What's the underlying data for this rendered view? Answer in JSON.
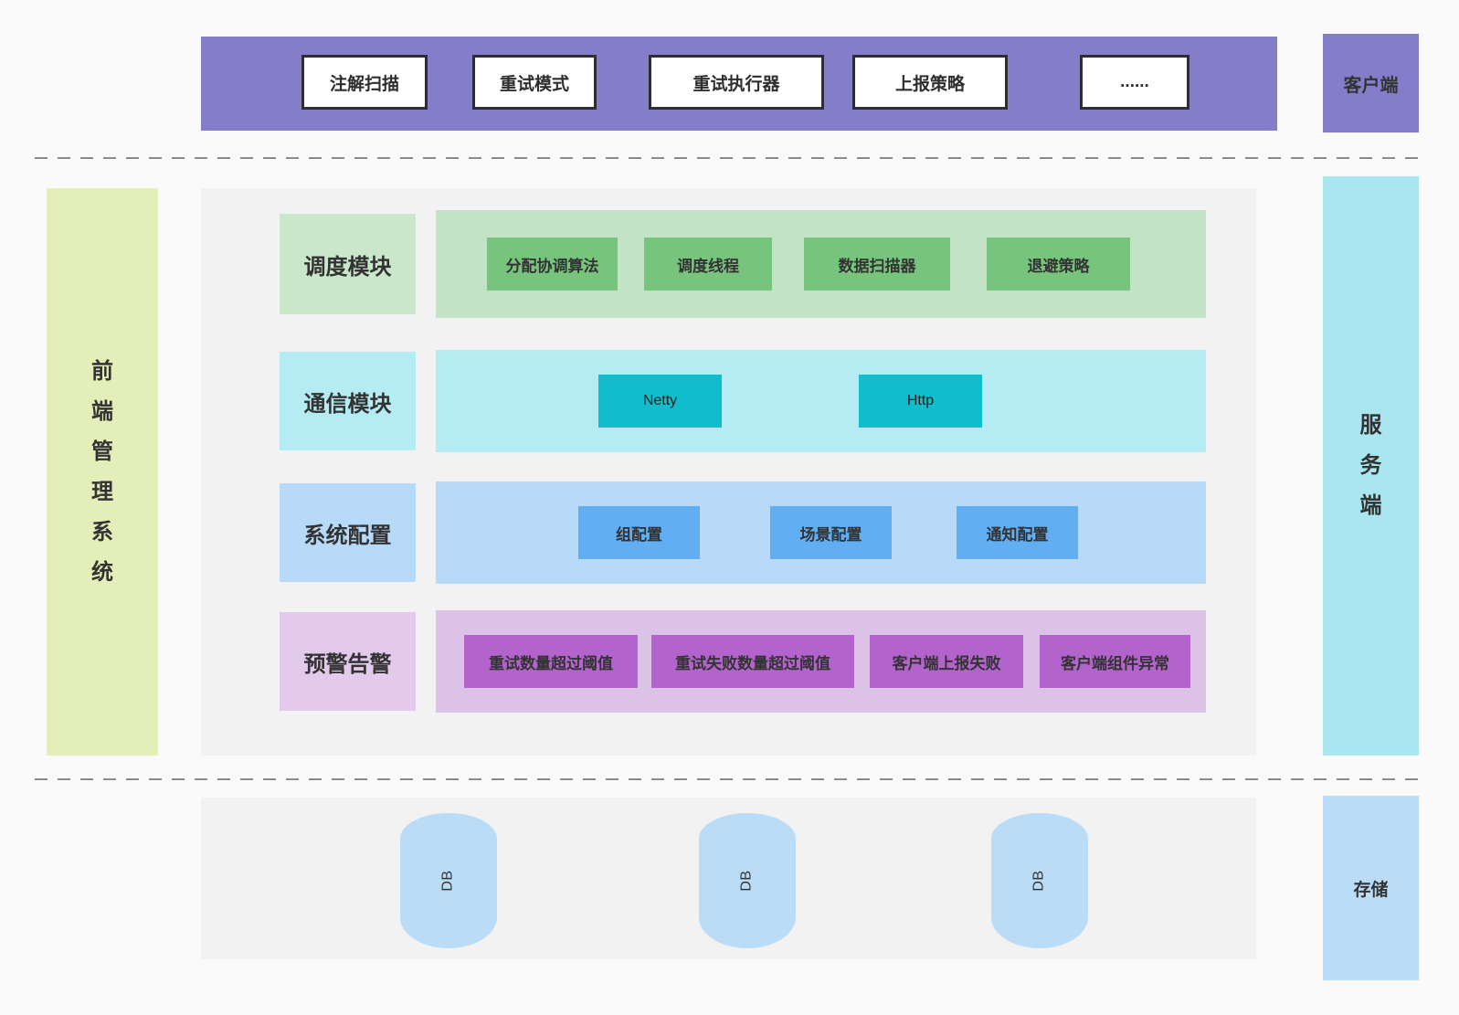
{
  "client_section": {
    "label": "客户端",
    "modules": [
      {
        "label": "注解扫描"
      },
      {
        "label": "重试模式"
      },
      {
        "label": "重试执行器"
      },
      {
        "label": "上报策略"
      },
      {
        "label": "......"
      }
    ]
  },
  "frontend_bar": {
    "label": "前端管理系统"
  },
  "server_bar": {
    "label": "服务端"
  },
  "rows": [
    {
      "label": "调度模块",
      "items": [
        "分配协调算法",
        "调度线程",
        "数据扫描器",
        "退避策略"
      ]
    },
    {
      "label": "通信模块",
      "items": [
        "Netty",
        "Http"
      ]
    },
    {
      "label": "系统配置",
      "items": [
        "组配置",
        "场景配置",
        "通知配置"
      ]
    },
    {
      "label": "预警告警",
      "items": [
        "重试数量超过阈值",
        "重试失败数量超过阈值",
        "客户端上报失败",
        "客户端组件异常"
      ]
    }
  ],
  "storage_section": {
    "label": "存储",
    "databases": [
      "DB",
      "DB",
      "DB"
    ]
  },
  "colors": {
    "client_purple": "#837dca",
    "scheduling_green": "#77c57d",
    "comm_cyan": "#10bdcd",
    "config_blue": "#61aef3",
    "alert_purple": "#b263cc",
    "frontend_yellow_green": "#e4eeb8",
    "server_cyan": "#a9e6f0",
    "storage_blue": "#bbdcf7"
  }
}
